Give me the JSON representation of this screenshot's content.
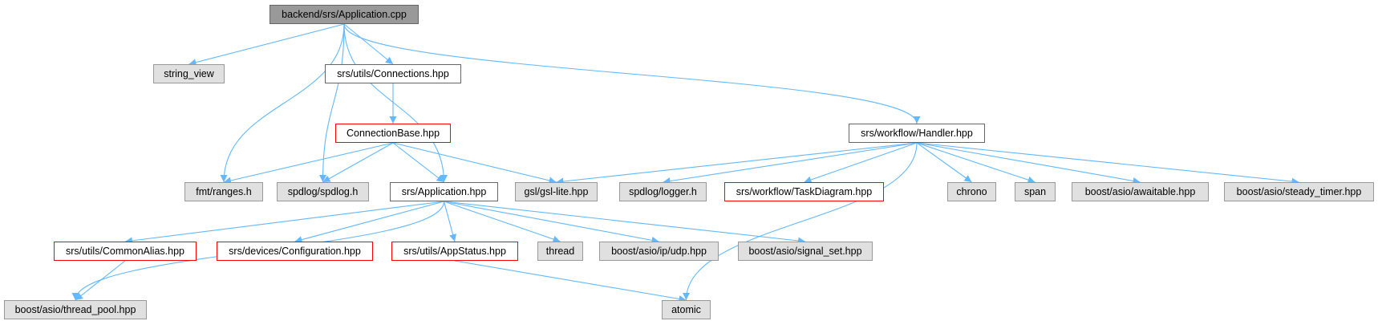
{
  "colors": {
    "edge": "#63b8ff",
    "root_fill": "#999999",
    "grey_fill": "#e0e0e0",
    "red_border": "#ff0000"
  },
  "nodes": [
    {
      "id": "root",
      "label": "backend/srs/Application.cpp",
      "kind": "root"
    },
    {
      "id": "string_view",
      "label": "string_view",
      "kind": "grey"
    },
    {
      "id": "connections",
      "label": "srs/utils/Connections.hpp",
      "kind": "doc"
    },
    {
      "id": "connbase",
      "label": "ConnectionBase.hpp",
      "kind": "red"
    },
    {
      "id": "handler",
      "label": "srs/workflow/Handler.hpp",
      "kind": "doc"
    },
    {
      "id": "ranges",
      "label": "fmt/ranges.h",
      "kind": "grey"
    },
    {
      "id": "spdlog",
      "label": "spdlog/spdlog.h",
      "kind": "grey"
    },
    {
      "id": "apphpp",
      "label": "srs/Application.hpp",
      "kind": "doc"
    },
    {
      "id": "gsl",
      "label": "gsl/gsl-lite.hpp",
      "kind": "grey"
    },
    {
      "id": "logger",
      "label": "spdlog/logger.h",
      "kind": "grey"
    },
    {
      "id": "taskdiag",
      "label": "srs/workflow/TaskDiagram.hpp",
      "kind": "red"
    },
    {
      "id": "chrono",
      "label": "chrono",
      "kind": "grey"
    },
    {
      "id": "span",
      "label": "span",
      "kind": "grey"
    },
    {
      "id": "awaitable",
      "label": "boost/asio/awaitable.hpp",
      "kind": "grey"
    },
    {
      "id": "steady",
      "label": "boost/asio/steady_timer.hpp",
      "kind": "grey"
    },
    {
      "id": "commonalias",
      "label": "srs/utils/CommonAlias.hpp",
      "kind": "red"
    },
    {
      "id": "config",
      "label": "srs/devices/Configuration.hpp",
      "kind": "red"
    },
    {
      "id": "appstatus",
      "label": "srs/utils/AppStatus.hpp",
      "kind": "red"
    },
    {
      "id": "thread",
      "label": "thread",
      "kind": "grey"
    },
    {
      "id": "udp",
      "label": "boost/asio/ip/udp.hpp",
      "kind": "grey"
    },
    {
      "id": "signalset",
      "label": "boost/asio/signal_set.hpp",
      "kind": "grey"
    },
    {
      "id": "threadpool",
      "label": "boost/asio/thread_pool.hpp",
      "kind": "grey"
    },
    {
      "id": "atomic",
      "label": "atomic",
      "kind": "grey"
    }
  ],
  "edges": [
    [
      "root",
      "string_view"
    ],
    [
      "root",
      "ranges"
    ],
    [
      "root",
      "spdlog"
    ],
    [
      "root",
      "connections"
    ],
    [
      "root",
      "apphpp"
    ],
    [
      "root",
      "handler"
    ],
    [
      "connections",
      "connbase"
    ],
    [
      "connbase",
      "ranges"
    ],
    [
      "connbase",
      "spdlog"
    ],
    [
      "connbase",
      "apphpp"
    ],
    [
      "connbase",
      "gsl"
    ],
    [
      "handler",
      "gsl"
    ],
    [
      "handler",
      "logger"
    ],
    [
      "handler",
      "taskdiag"
    ],
    [
      "handler",
      "chrono"
    ],
    [
      "handler",
      "span"
    ],
    [
      "handler",
      "awaitable"
    ],
    [
      "handler",
      "steady"
    ],
    [
      "handler",
      "atomic"
    ],
    [
      "apphpp",
      "threadpool"
    ],
    [
      "apphpp",
      "commonalias"
    ],
    [
      "apphpp",
      "config"
    ],
    [
      "apphpp",
      "appstatus"
    ],
    [
      "apphpp",
      "thread"
    ],
    [
      "apphpp",
      "udp"
    ],
    [
      "apphpp",
      "signalset"
    ],
    [
      "commonalias",
      "threadpool"
    ],
    [
      "appstatus",
      "atomic"
    ]
  ]
}
